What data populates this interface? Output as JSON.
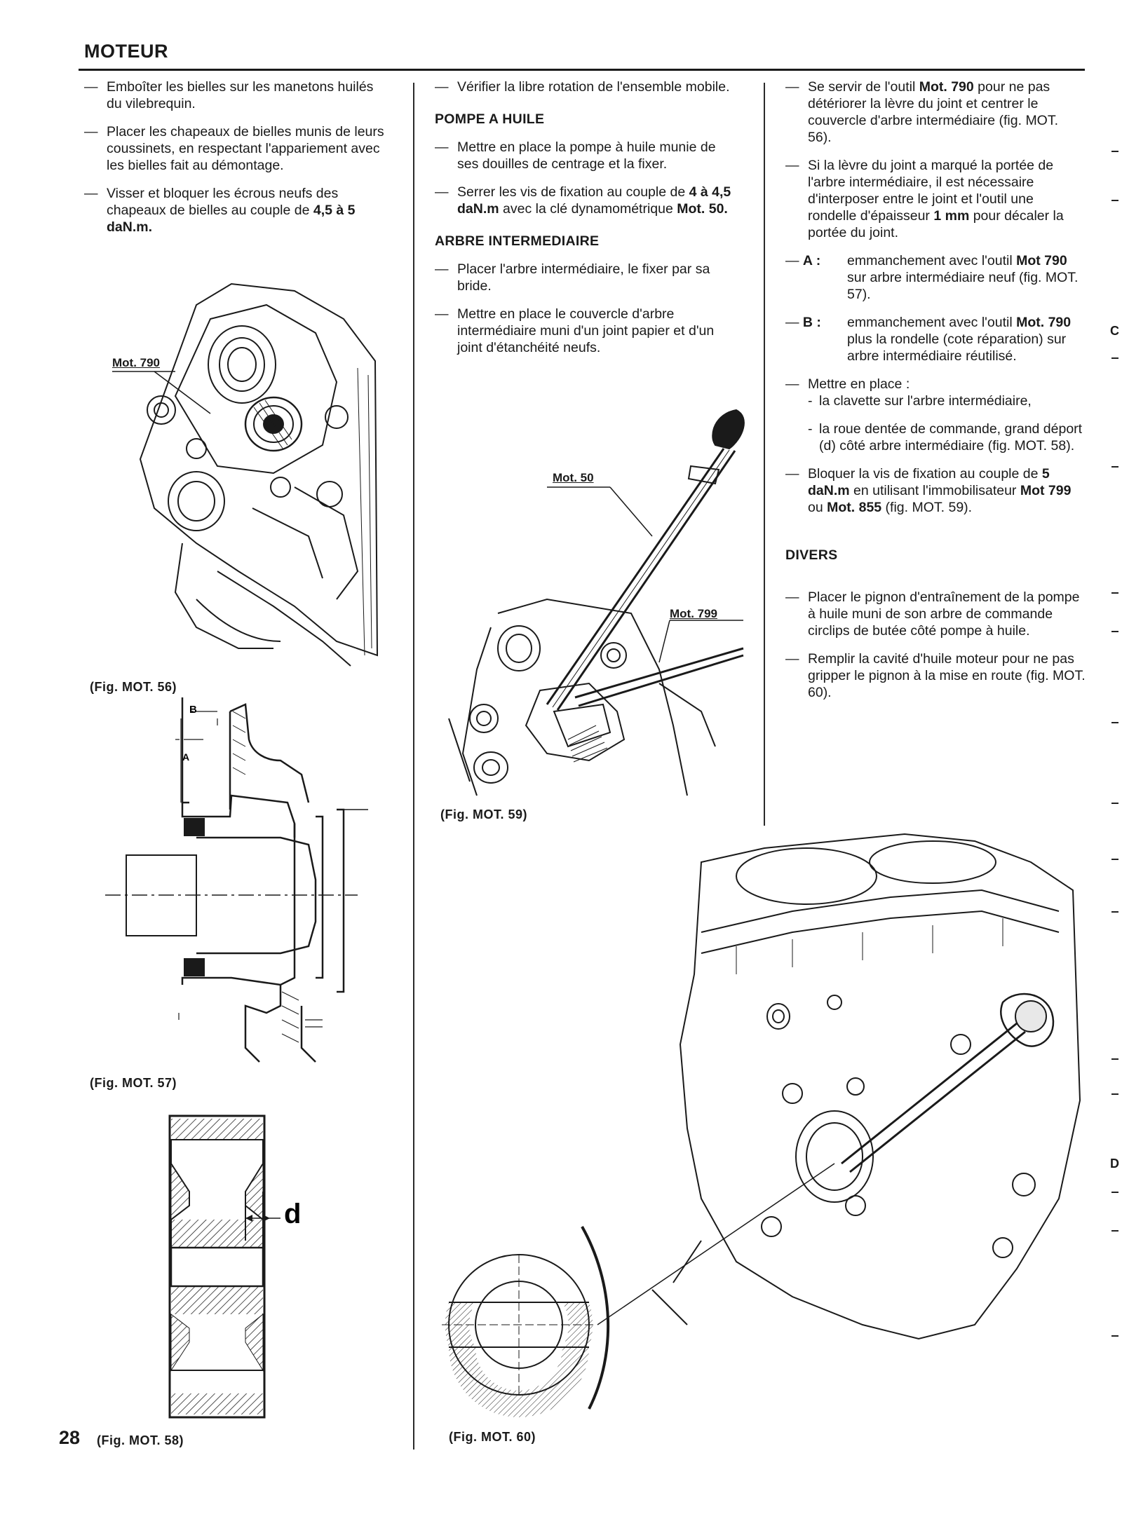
{
  "header": {
    "title": "MOTEUR"
  },
  "page_number": "28",
  "col1": {
    "bullets": [
      "Emboîter les bielles sur les manetons huilés du vilebrequin.",
      "Placer les chapeaux de bielles munis de leurs coussinets, en respectant l'appariement avec les bielles fait au démontage.",
      {
        "pre": "Visser et bloquer les écrous neufs des chapeaux de bielles au couple de ",
        "bold": "4,5 à 5 daN.m."
      }
    ],
    "fig56_callout": "Mot. 790",
    "fig56_caption": "(Fig. MOT. 56)",
    "fig57_caption": "(Fig. MOT. 57)",
    "fig57_labels": {
      "a": "A",
      "b": "B"
    },
    "fig58_caption": "(Fig. MOT. 58)",
    "fig58_label": "d"
  },
  "col2": {
    "intro": "Vérifier la libre rotation de l'ensemble mobile.",
    "heading1": "POMPE A HUILE",
    "pompe": [
      "Mettre en place la pompe à huile munie de ses douilles de centrage et la fixer.",
      {
        "pre": "Serrer les vis de fixation au couple de ",
        "b1": "4 à 4,5 daN.m",
        "mid": " avec la clé dynamométrique ",
        "b2": "Mot. 50."
      }
    ],
    "heading2": "ARBRE INTERMEDIAIRE",
    "arbre": [
      "Placer l'arbre intermédiaire, le fixer par sa bride.",
      "Mettre en place le couvercle d'arbre intermédiaire muni d'un joint papier et d'un joint d'étanchéité neufs."
    ],
    "fig59_callout1": "Mot. 50",
    "fig59_callout2": "Mot. 799",
    "fig59_caption": "(Fig. MOT. 59)",
    "fig60_caption": "(Fig. MOT. 60)"
  },
  "col3": {
    "p1": {
      "pre": "Se servir de l'outil ",
      "b1": "Mot. 790",
      "post": " pour ne pas détériorer la lèvre du joint et centrer le couvercle d'arbre intermédiaire (fig. MOT. 56)."
    },
    "p2": {
      "pre": "Si la lèvre du joint a marqué la portée de l'arbre intermédiaire, il est nécessaire d'interposer entre le joint et l'outil une rondelle d'épaisseur ",
      "b1": "1 mm",
      "post": " pour décaler la portée du joint."
    },
    "pA": {
      "label": "A :",
      "pre": "emmanchement avec l'outil ",
      "b1": "Mot 790",
      "post": " sur arbre intermédiaire neuf (fig. MOT. 57)."
    },
    "pB": {
      "label": "B :",
      "pre": "emmanchement avec l'outil ",
      "b1": "Mot. 790",
      "post": " plus la rondelle (cote réparation) sur arbre intermédiaire réutilisé."
    },
    "p3": {
      "intro": "Mettre en place :",
      "items": [
        "la clavette sur l'arbre intermédiaire,",
        "la roue dentée de commande, grand déport (d) côté arbre intermédiaire (fig. MOT. 58)."
      ]
    },
    "p4": {
      "pre": "Bloquer la vis de fixation au couple de ",
      "b1": "5 daN.m",
      "mid": " en utilisant l'immobilisateur ",
      "b2": "Mot 799",
      "mid2": " ou ",
      "b3": "Mot. 855",
      "post": " (fig. MOT. 59)."
    },
    "heading": "DIVERS",
    "divers": [
      "Placer le pignon d'entraînement de la pompe à huile muni de son arbre de commande circlips de butée côté pompe à huile.",
      "Remplir la cavité d'huile moteur pour ne pas gripper le pignon à la mise en route (fig. MOT. 60)."
    ]
  },
  "edge_letters": [
    "C",
    "D"
  ]
}
